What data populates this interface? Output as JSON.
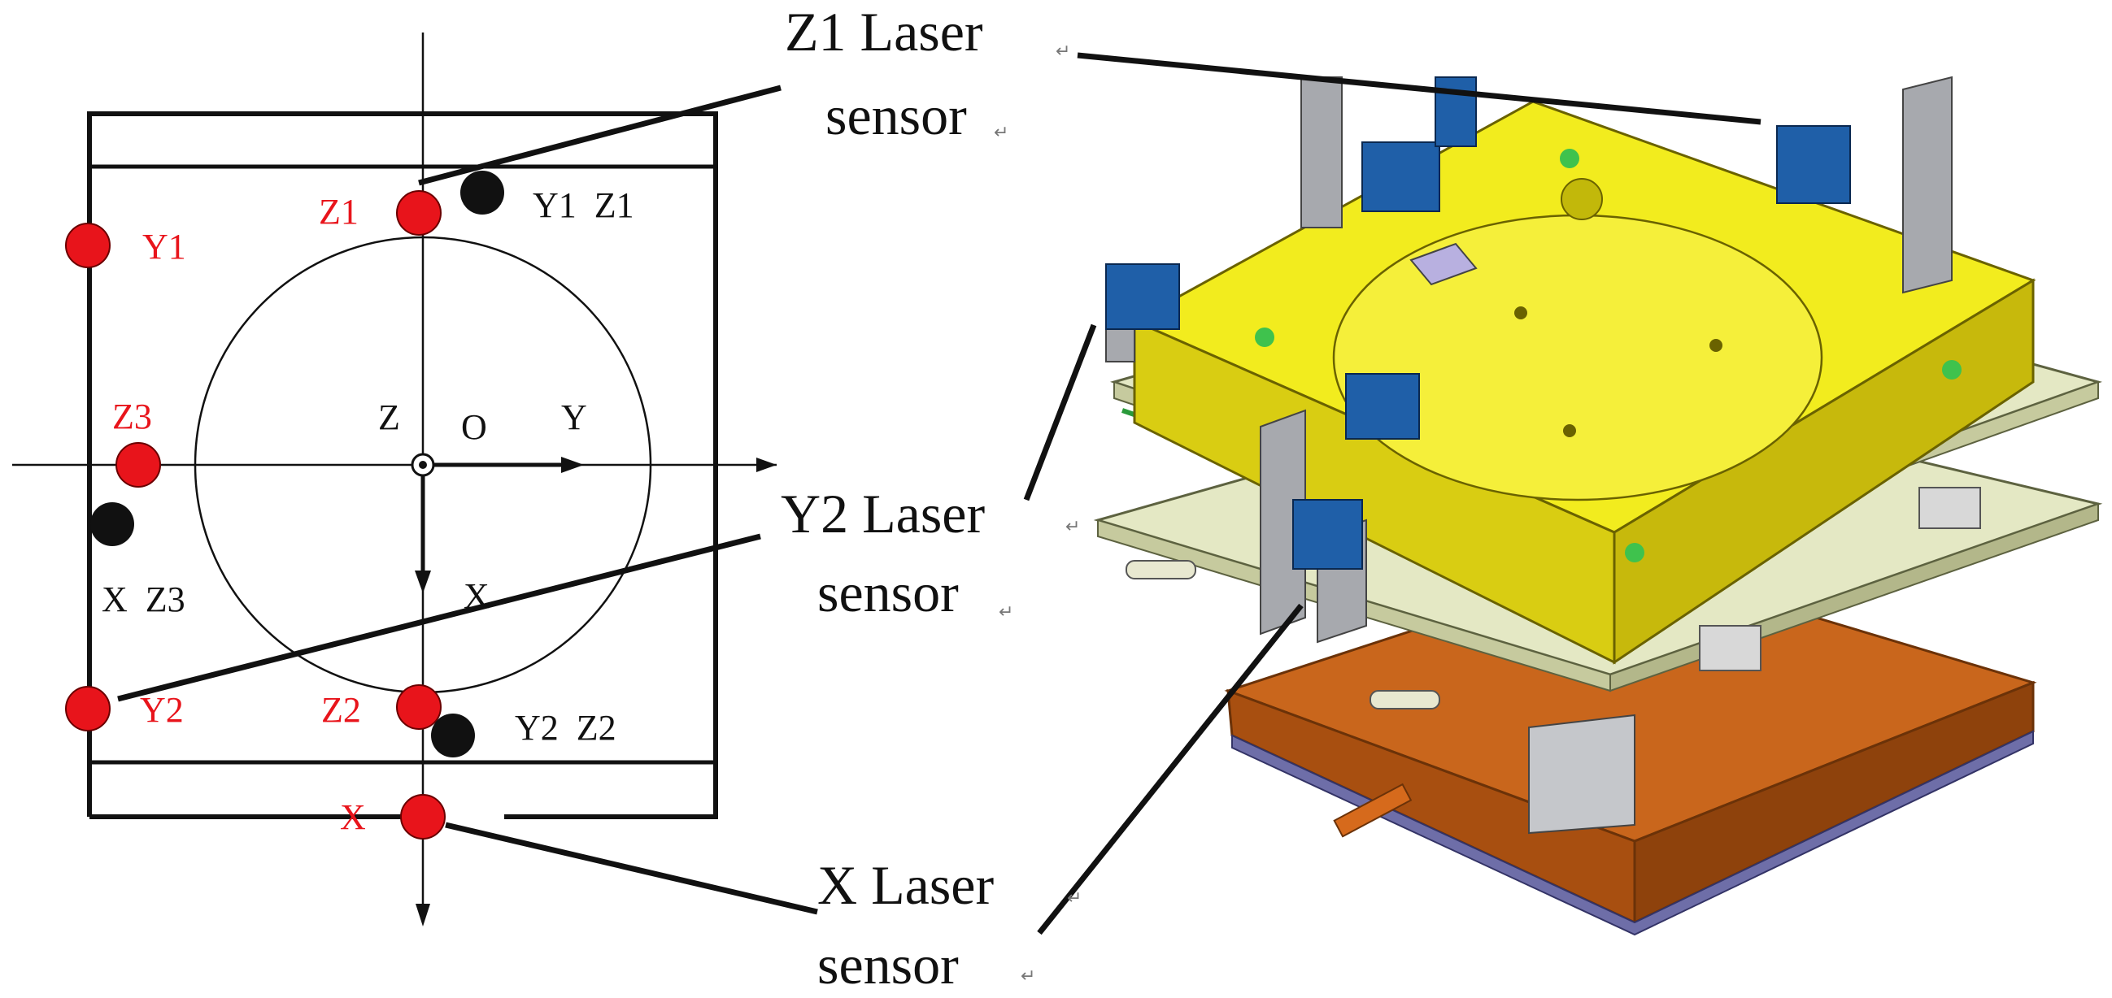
{
  "diagram": {
    "axes": {
      "z_label": "Z",
      "origin_label": "O",
      "y_label": "Y",
      "x_label": "X"
    },
    "red_points": [
      {
        "name": "z1-point",
        "label": "Z1"
      },
      {
        "name": "y1-point",
        "label": "Y1"
      },
      {
        "name": "z3-point",
        "label": "Z3"
      },
      {
        "name": "y2-point",
        "label": "Y2"
      },
      {
        "name": "z2-point",
        "label": "Z2"
      },
      {
        "name": "x-point",
        "label": "X"
      }
    ],
    "black_points": [
      {
        "name": "y1-z1-point",
        "label": "Y1  Z1"
      },
      {
        "name": "x-z3-point",
        "label": "X  Z3"
      },
      {
        "name": "y2-z2-point",
        "label": "Y2  Z2"
      }
    ],
    "colors": {
      "red_point": "#e8141b",
      "black_point": "#111111",
      "line": "#111111"
    }
  },
  "callouts": {
    "z1": {
      "line1": "Z1 Laser",
      "line2": "sensor"
    },
    "y2": {
      "line1": "Y2 Laser",
      "line2": "sensor"
    },
    "x": {
      "line1": "X Laser",
      "line2": "sensor"
    },
    "return_mark": "↵"
  },
  "machine": {
    "colors": {
      "top_plate": "#f2ec1e",
      "base_plate": "#c9661c",
      "side_plates": "#e4e8c4",
      "sensor": "#1f5fa8",
      "bracket": "#a7a9ae"
    }
  }
}
